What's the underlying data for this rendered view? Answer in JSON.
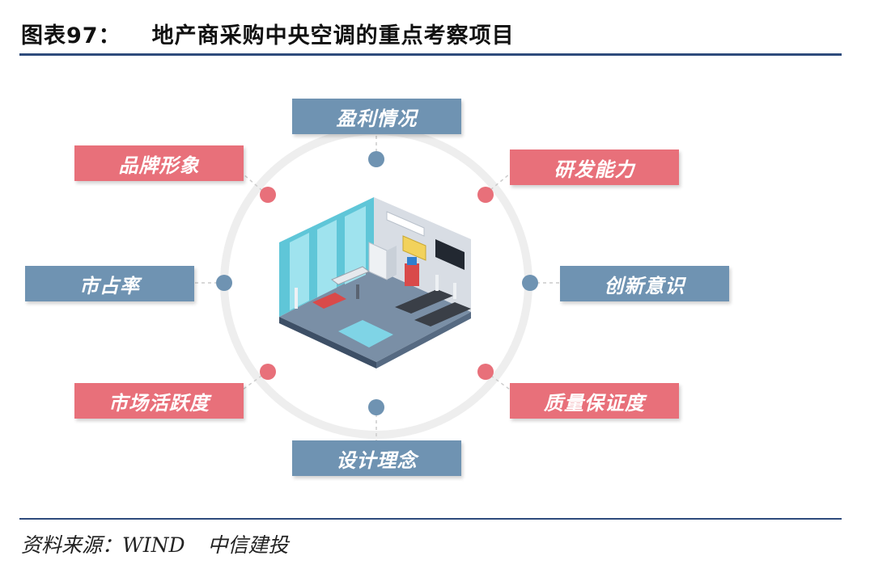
{
  "header": {
    "figure_no": "图表97：",
    "title": "地产商采购中央空调的重点考察项目"
  },
  "center": {
    "illustration": "gym-room-with-air-conditioner-icon"
  },
  "factors": {
    "top": {
      "label": "盈利情况",
      "color": "#6f93b2"
    },
    "top_right": {
      "label": "研发能力",
      "color": "#e8707a"
    },
    "right": {
      "label": "创新意识",
      "color": "#6f93b2"
    },
    "bottom_right": {
      "label": "质量保证度",
      "color": "#e8707a"
    },
    "bottom": {
      "label": "设计理念",
      "color": "#6f93b2"
    },
    "bottom_left": {
      "label": "市场活跃度",
      "color": "#e8707a"
    },
    "left": {
      "label": "市占率",
      "color": "#6f93b2"
    },
    "top_left": {
      "label": "品牌形象",
      "color": "#e8707a"
    }
  },
  "footer": {
    "source": "资料来源：WIND",
    "org": "中信建投"
  }
}
